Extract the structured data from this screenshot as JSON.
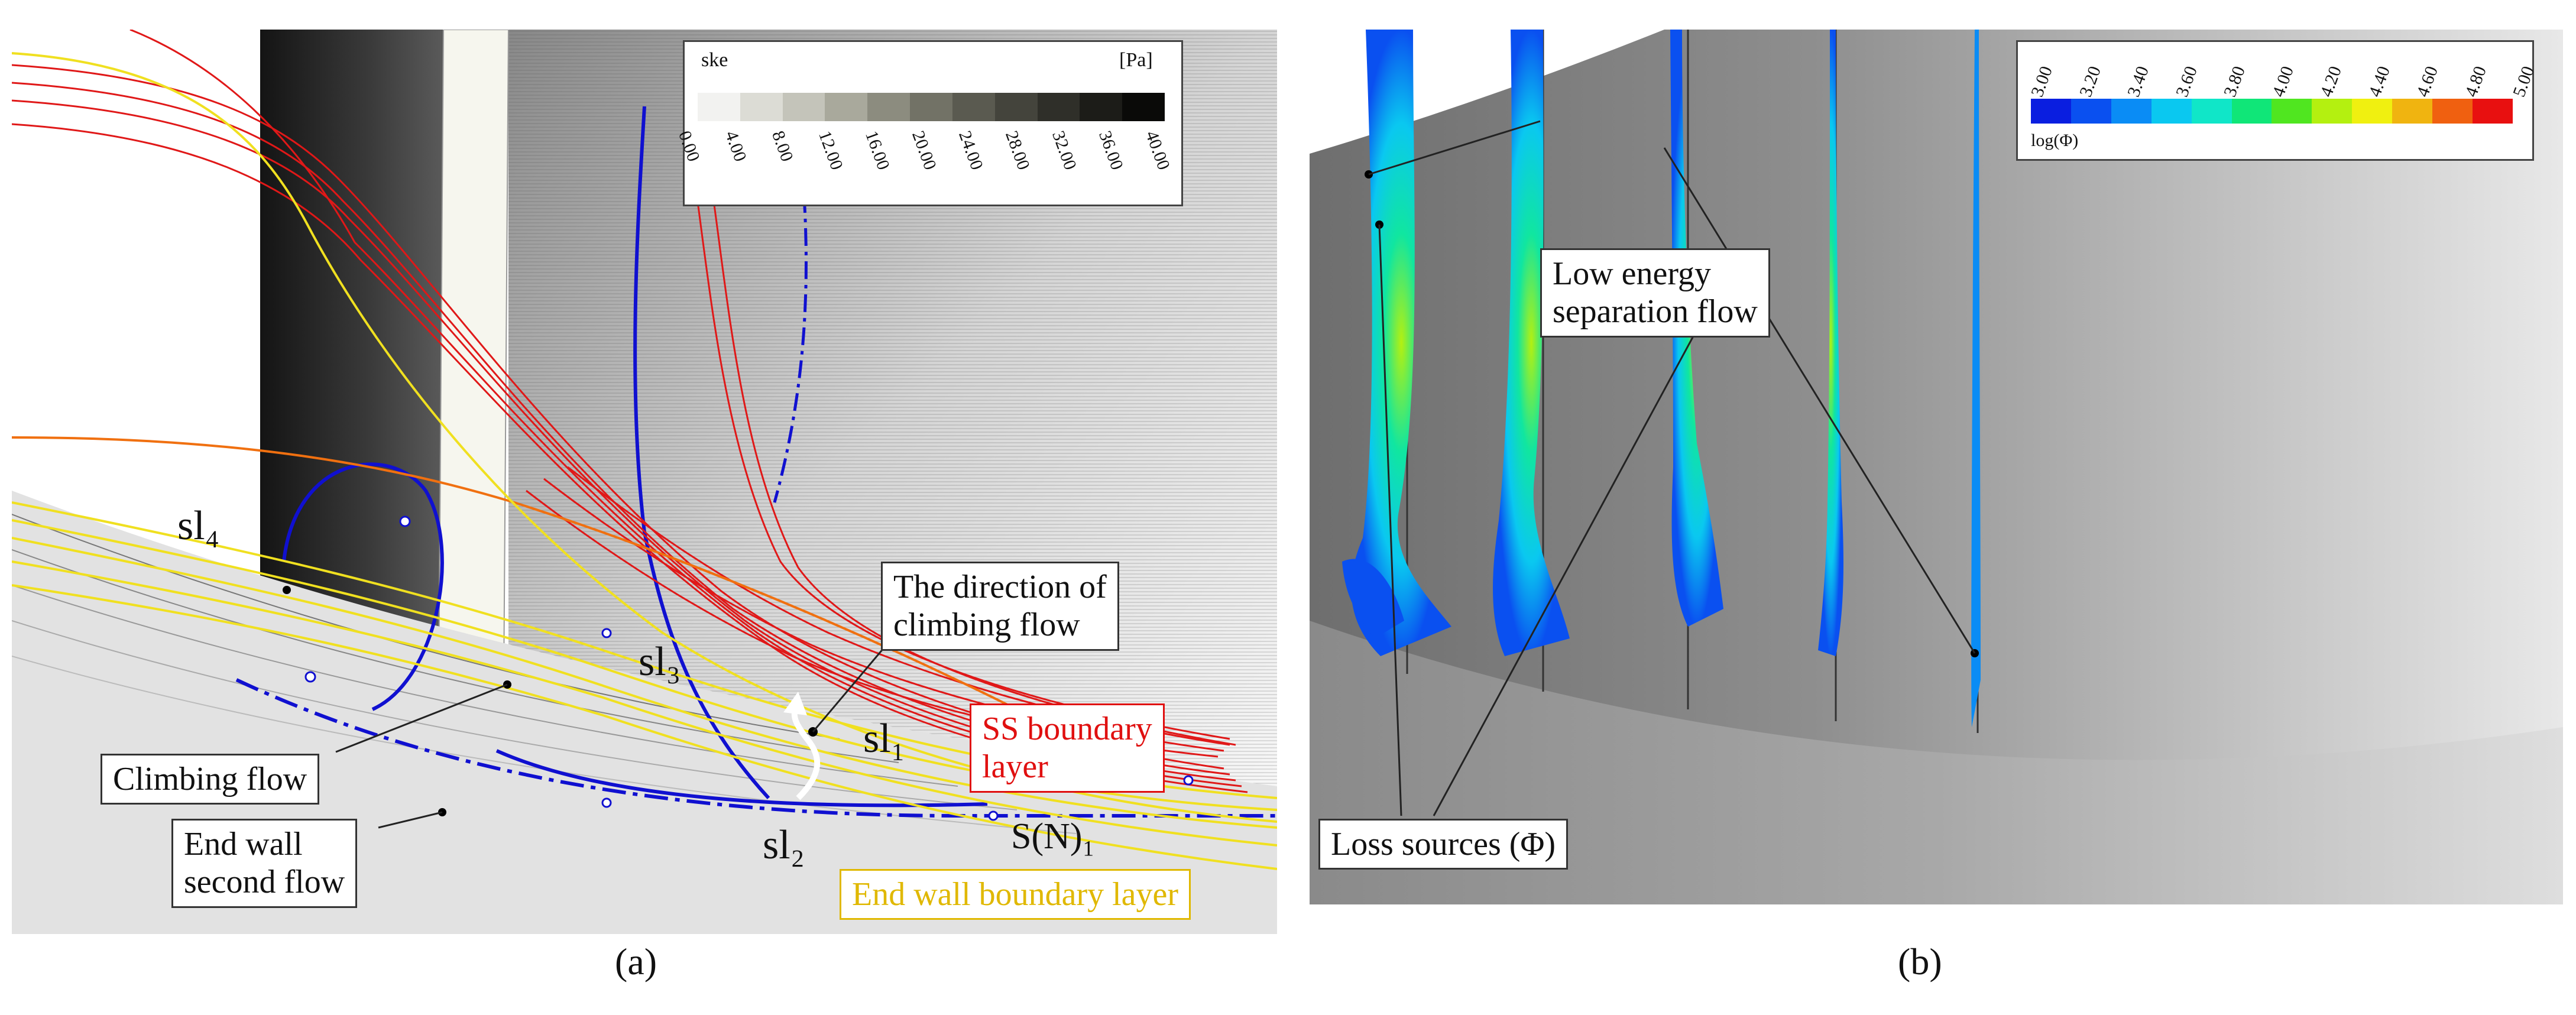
{
  "panel_a": {
    "legend": {
      "title": "ske",
      "unit": "[Pa]",
      "ticks": [
        "0.00",
        "4.00",
        "8.00",
        "12.00",
        "16.00",
        "20.00",
        "24.00",
        "28.00",
        "32.00",
        "36.00",
        "40.00"
      ],
      "colors": [
        "#f2f2f0",
        "#dcdcd5",
        "#c4c4ba",
        "#a9a99c",
        "#8c8c7f",
        "#727266",
        "#5a5a50",
        "#44443c",
        "#2f2f29",
        "#1c1c18",
        "#0a0a08"
      ]
    },
    "labels": {
      "sl4": "sl₄",
      "sl3": "sl₃",
      "sl1": "sl₁",
      "sl2": "sl₂",
      "sn1": "S(N)₁",
      "direction": "The direction of\nclimbing flow",
      "climbing": "Climbing flow",
      "end_wall_second": "End wall\nsecond flow",
      "ss_boundary": "SS boundary\nlayer",
      "end_wall_boundary": "End wall boundary layer"
    },
    "caption": "(a)",
    "colors": {
      "red_streamline": "#e01818",
      "yellow_streamline": "#f0e020",
      "blue_line": "#1010d0"
    }
  },
  "panel_b": {
    "legend": {
      "title": "log(Φ)",
      "ticks": [
        "3.00",
        "3.20",
        "3.40",
        "3.60",
        "3.80",
        "4.00",
        "4.20",
        "4.40",
        "4.60",
        "4.80",
        "5.00"
      ],
      "colors": [
        "#0a1ee0",
        "#0a50f0",
        "#0a8cf5",
        "#0ac8f0",
        "#10e6c8",
        "#10e678",
        "#50e620",
        "#b4f010",
        "#f0f010",
        "#f0b410",
        "#f06010",
        "#e81010"
      ]
    },
    "labels": {
      "low_energy": "Low energy\nseparation flow",
      "loss_sources": "Loss sources (Φ)"
    },
    "caption": "(b)"
  }
}
